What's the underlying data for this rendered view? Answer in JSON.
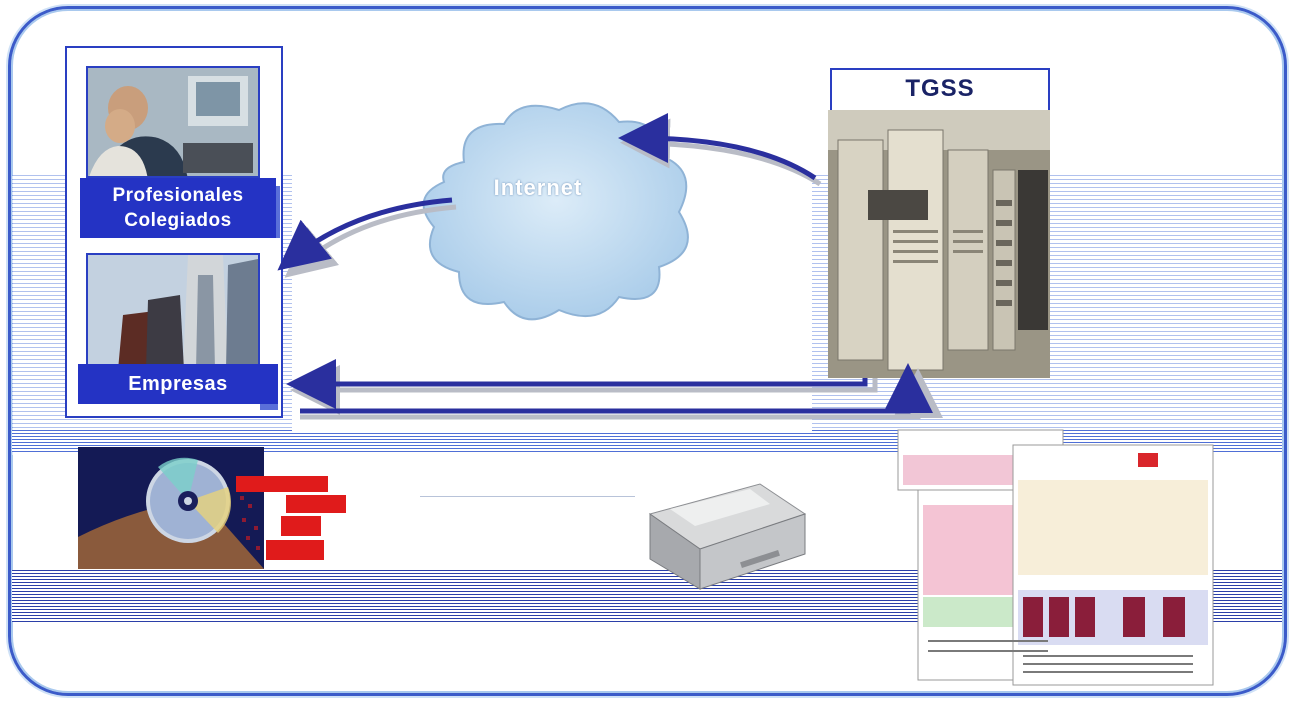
{
  "labels": {
    "professionals": "Profesionales Colegiados",
    "companies": "Empresas",
    "internet": "Internet",
    "tgss": "TGSS"
  },
  "colors": {
    "frame": "#3b5bc9",
    "label_bg": "#2433c4",
    "arrow": "#2a2f9e",
    "arrow_shadow": "#b9bcc6",
    "cloud": "#b9d6ee",
    "red_blocks": "#e01b1b"
  },
  "icons": [
    "cloud-icon",
    "cd-icon",
    "printer-icon",
    "document-forms-icon",
    "server-rack-icon"
  ]
}
